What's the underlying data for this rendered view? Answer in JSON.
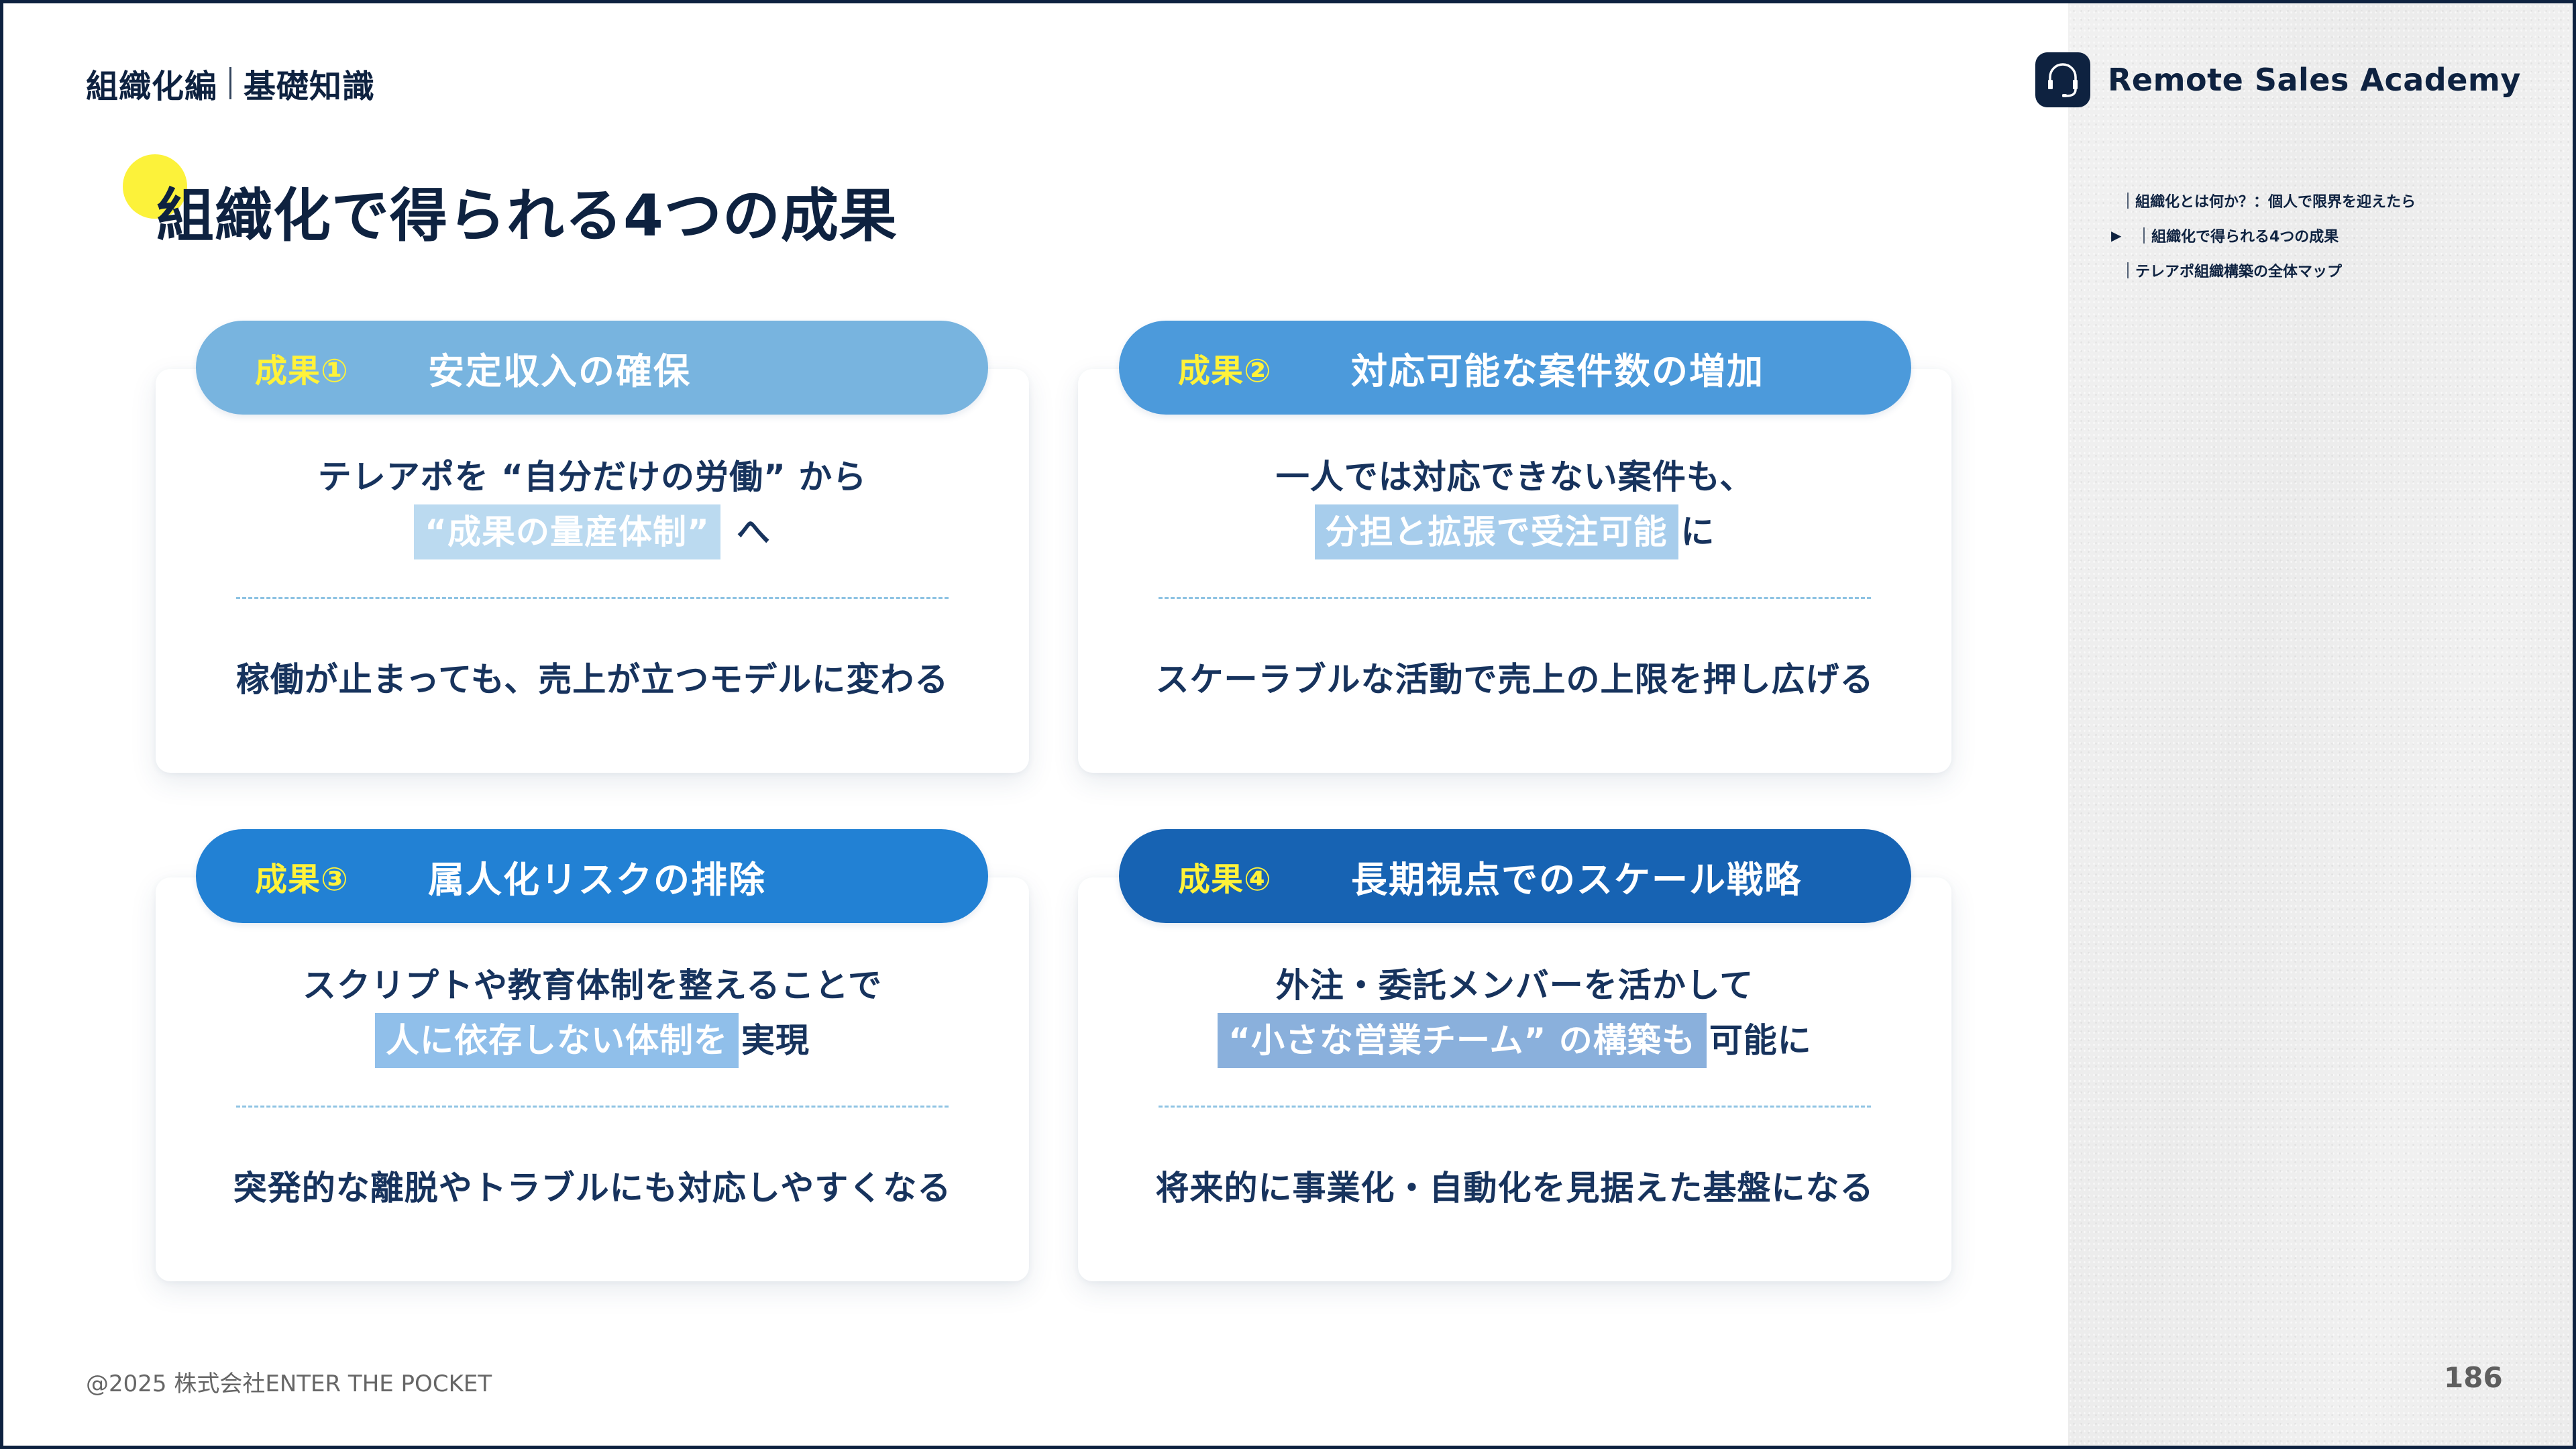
{
  "header": {
    "section": "組織化編",
    "subsection": "基礎知識",
    "title": "組織化で得られる4つの成果",
    "title_dot_color": "#FCF23A"
  },
  "brand": {
    "name": "Remote Sales Academy",
    "icon": "headset-icon"
  },
  "sidebar": {
    "items": [
      {
        "label": "組織化とは何か？：個人で限界を迎えたら",
        "active": false
      },
      {
        "label": "組織化で得られる4つの成果",
        "active": true,
        "marker": "▶"
      },
      {
        "label": "テレアポ組織構築の全体マップ",
        "active": false
      }
    ]
  },
  "cards": [
    {
      "label": "成果①",
      "heading": "安定収入の確保",
      "line1": "テレアポを “自分だけの労働” から",
      "highlight": "“成果の量産体制”",
      "highlight_suffix": "へ",
      "summary": "稼働が止まっても、売上が立つモデルに変わる",
      "pill_color": "#78B4DF",
      "highlight_color": "#BBDAF0"
    },
    {
      "label": "成果②",
      "heading": "対応可能な案件数の増加",
      "line1": "一人では対応できない案件も、",
      "highlight": "分担と拡張で受注可能",
      "highlight_suffix": "に",
      "summary": "スケーラブルな活動で売上の上限を押し広げる",
      "pill_color": "#4C9ADB",
      "highlight_color": "#A7CDEC"
    },
    {
      "label": "成果③",
      "heading": "属人化リスクの排除",
      "line1": "スクリプトや教育体制を整えることで",
      "highlight": "人に依存しない体制を",
      "highlight_suffix": "実現",
      "summary": "突発的な離脱やトラブルにも対応しやすくなる",
      "pill_color": "#2281D4",
      "highlight_color": "#90BFEA"
    },
    {
      "label": "成果④",
      "heading": "長期視点でのスケール戦略",
      "line1": "外注・委託メンバーを活かして",
      "highlight": "“小さな営業チーム” の構築も",
      "highlight_suffix": "可能に",
      "summary": "将来的に事業化・自動化を見据えた基盤になる",
      "pill_color": "#1763B3",
      "highlight_color": "#8AB0DC"
    }
  ],
  "colors": {
    "navy": "#0E2240",
    "text": "#17335D",
    "label_yellow": "#FFF23A",
    "divider": "#8EC3E3"
  },
  "footer": {
    "copyright": "@2025  株式会社ENTER THE POCKET",
    "page_number": "186"
  }
}
